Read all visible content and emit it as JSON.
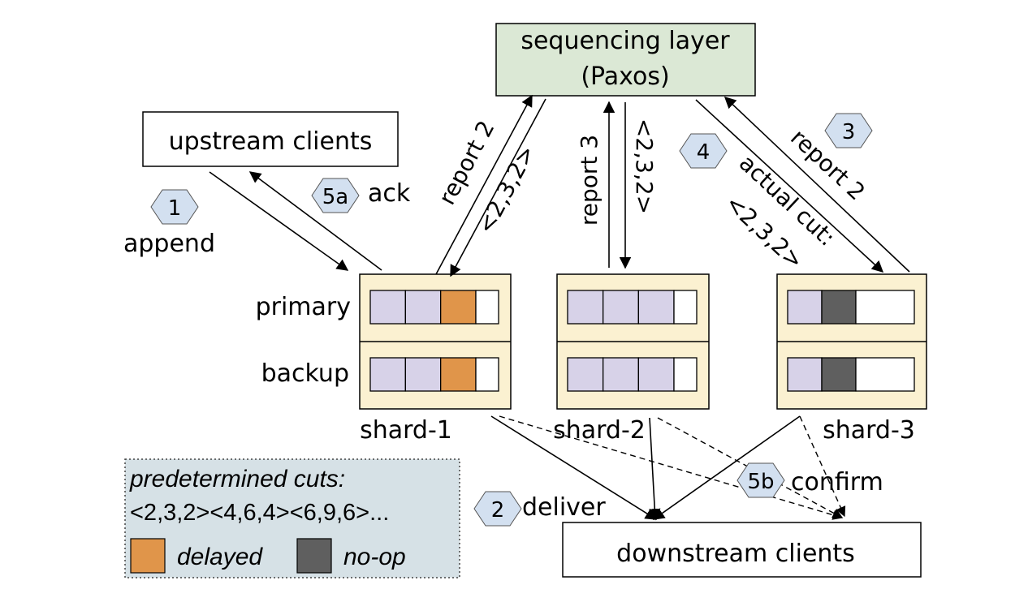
{
  "colors": {
    "sequencer_fill": "#dbe8d5",
    "shard_fill": "#fbf1d1",
    "committed": "#d7d2e8",
    "delayed": "#e0954a",
    "noop": "#5f5f5f",
    "step_badge": "#d3e0f0",
    "legend_fill": "#d6e1e6"
  },
  "sequencer": {
    "line1": "sequencing layer",
    "line2": "(Paxos)"
  },
  "upstream": {
    "label": "upstream clients"
  },
  "downstream": {
    "label": "downstream clients"
  },
  "shards": [
    {
      "name": "shard-1",
      "primary": [
        "committed",
        "committed",
        "delayed",
        "empty"
      ],
      "backup": [
        "committed",
        "committed",
        "delayed",
        "empty"
      ]
    },
    {
      "name": "shard-2",
      "primary": [
        "committed",
        "committed",
        "committed",
        "empty"
      ],
      "backup": [
        "committed",
        "committed",
        "committed",
        "empty"
      ]
    },
    {
      "name": "shard-3",
      "primary": [
        "committed",
        "noop",
        "empty"
      ],
      "backup": [
        "committed",
        "noop",
        "empty"
      ]
    }
  ],
  "row_labels": {
    "primary": "primary",
    "backup": "backup"
  },
  "steps": {
    "s1": "1",
    "s2": "2",
    "s3": "3",
    "s4": "4",
    "s5a": "5a",
    "s5b": "5b"
  },
  "edge_labels": {
    "append": "append",
    "ack": "ack",
    "deliver": "deliver",
    "confirm": "confirm",
    "report_s1": "report 2",
    "cut_s1": "<2,3,2>",
    "report_s2": "report 3",
    "cut_s2": "<2,3,2>",
    "report_s3": "report 2",
    "actual_cut_line1": "actual cut:",
    "actual_cut_line2": "<2,3,2>"
  },
  "legend": {
    "title": "predetermined cuts:",
    "cuts": "<2,3,2><4,6,4><6,9,6>...",
    "delayed": "delayed",
    "noop": "no-op"
  }
}
